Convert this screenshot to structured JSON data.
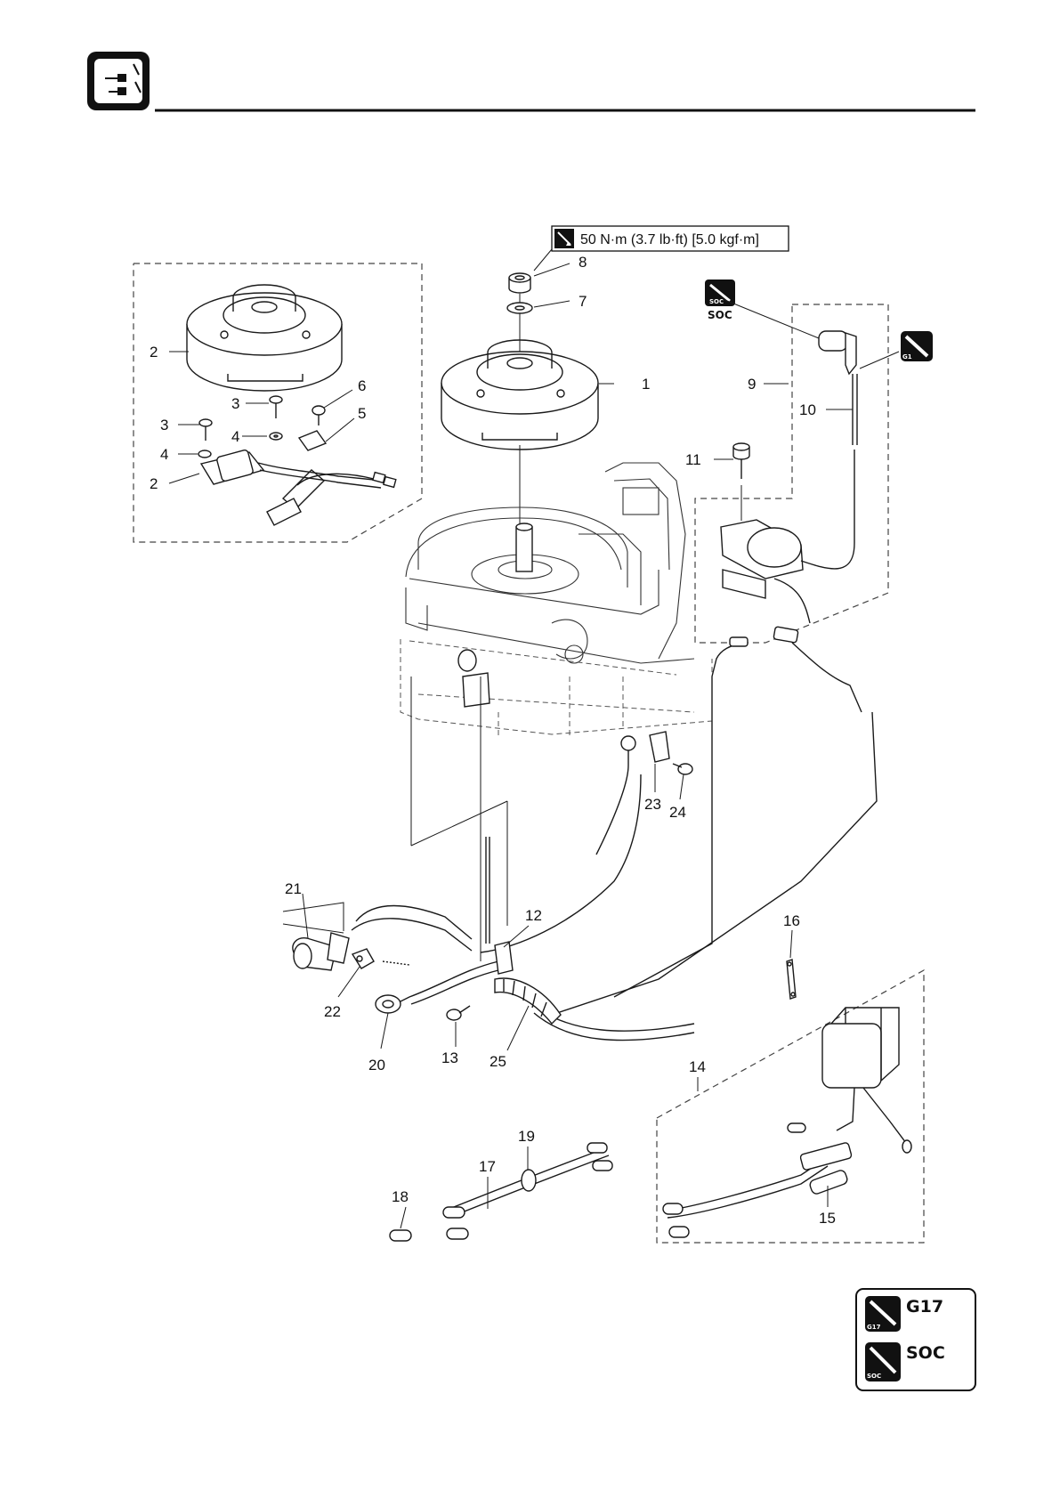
{
  "torque_spec": "50 N·m (3.7 lb·ft) [5.0 kgf·m]",
  "badges": {
    "soc_top": "SOC",
    "g1": "G1"
  },
  "legend": {
    "g17_label": "G17",
    "soc_label": "SOC",
    "g17_icon_text": "G17",
    "soc_icon_text": "SOC"
  },
  "callouts": [
    "1",
    "2",
    "2",
    "3",
    "3",
    "4",
    "4",
    "5",
    "6",
    "7",
    "8",
    "9",
    "10",
    "11",
    "12",
    "13",
    "14",
    "15",
    "16",
    "17",
    "18",
    "19",
    "20",
    "21",
    "22",
    "23",
    "24",
    "25"
  ],
  "icon_names": {
    "header": "electrical-chapter-icon",
    "torque": "wrench-torque-icon",
    "sealant": "sealant-tube-icon"
  }
}
